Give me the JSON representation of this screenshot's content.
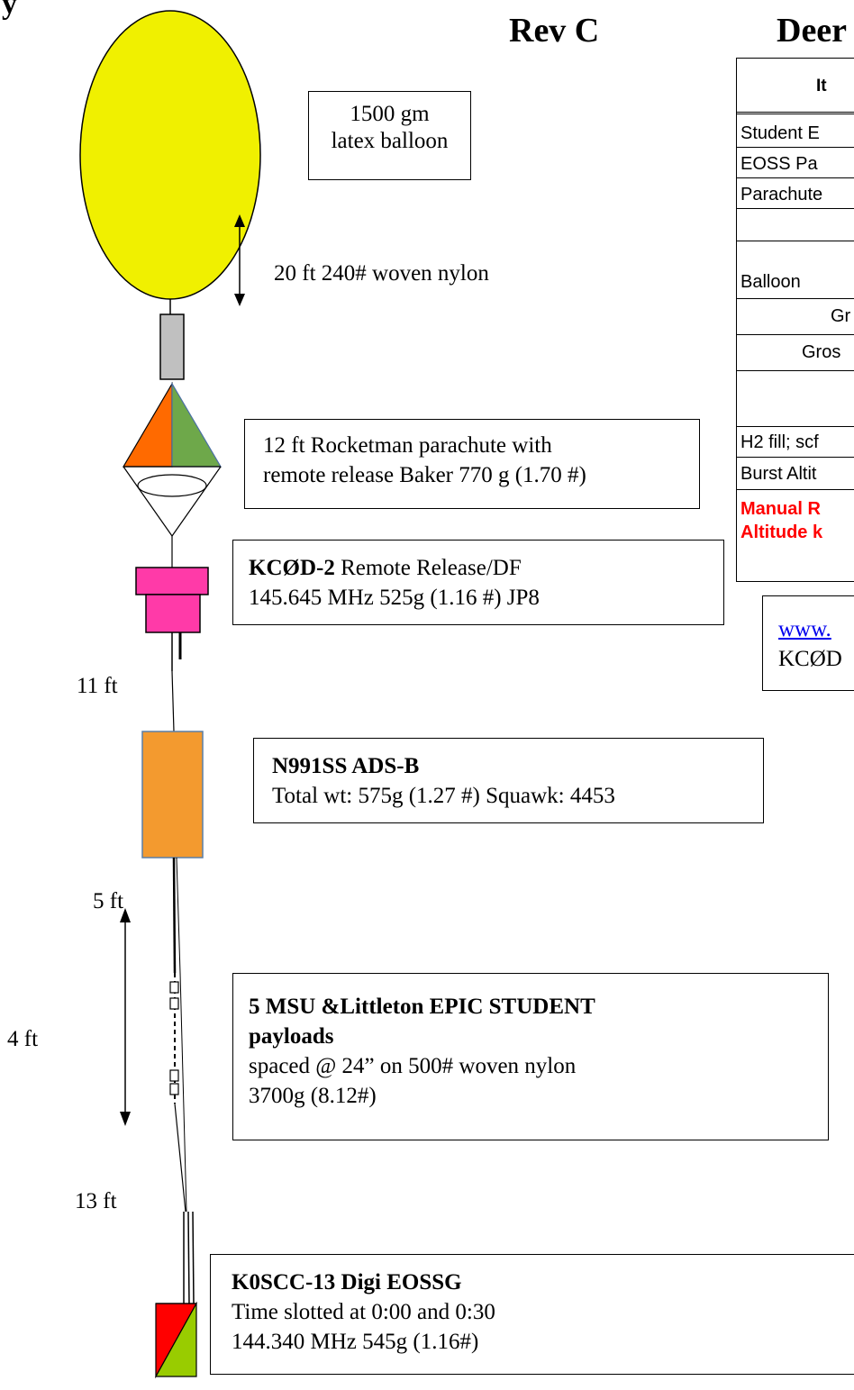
{
  "header": {
    "rev": "Rev C",
    "title_partial": "Deer",
    "top_left_partial": "y"
  },
  "balloon_note": {
    "line1": "1500 gm",
    "line2": "latex balloon"
  },
  "tether_note": "20 ft 240# woven nylon",
  "parachute_note": {
    "line1": "12 ft Rocketman parachute with",
    "line2": "remote release Baker 770 g (1.70 #)"
  },
  "release_box": {
    "callsign": "KCØD-2",
    "line1_rest": " Remote Release/DF",
    "line2": "145.645 MHz 525g (1.16 #) JP8"
  },
  "adsb_box": {
    "title": "N991SS ADS-B",
    "line2": "Total wt:  575g (1.27 #) Squawk: 4453"
  },
  "student_box": {
    "title1": "5 MSU &Littleton EPIC STUDENT",
    "title2": "payloads",
    "line3": "spaced @ 24” on 500# woven nylon",
    "line4": "3700g (8.12#)"
  },
  "digi_box": {
    "title": "K0SCC-13  Digi EOSSG",
    "line2": "Time slotted at 0:00 and 0:30",
    "line3": "144.340 MHz   545g (1.16#)"
  },
  "distances": {
    "d11": "11 ft",
    "d5": "5 ft",
    "d4": "4 ft",
    "d13": "13 ft"
  },
  "table": {
    "header": "It",
    "rows": [
      "Student E",
      "EOSS Pa",
      "Parachute",
      "",
      "Balloon",
      "Gr",
      "Gros",
      "",
      "H2 fill; scf",
      "Burst Altit"
    ],
    "warning1": "Manual R",
    "warning2": "Altitude k"
  },
  "link_box": {
    "url": "www.",
    "line2": "KCØD"
  },
  "colors": {
    "balloon": "#f0f000",
    "parachute_left": "#ff6a00",
    "parachute_right": "#6ea84a",
    "release": "#ff3aa8",
    "adsb": "#f39a2f",
    "digi_red": "#ff0000",
    "digi_green": "#99cc00",
    "warning": "#ff0000"
  }
}
